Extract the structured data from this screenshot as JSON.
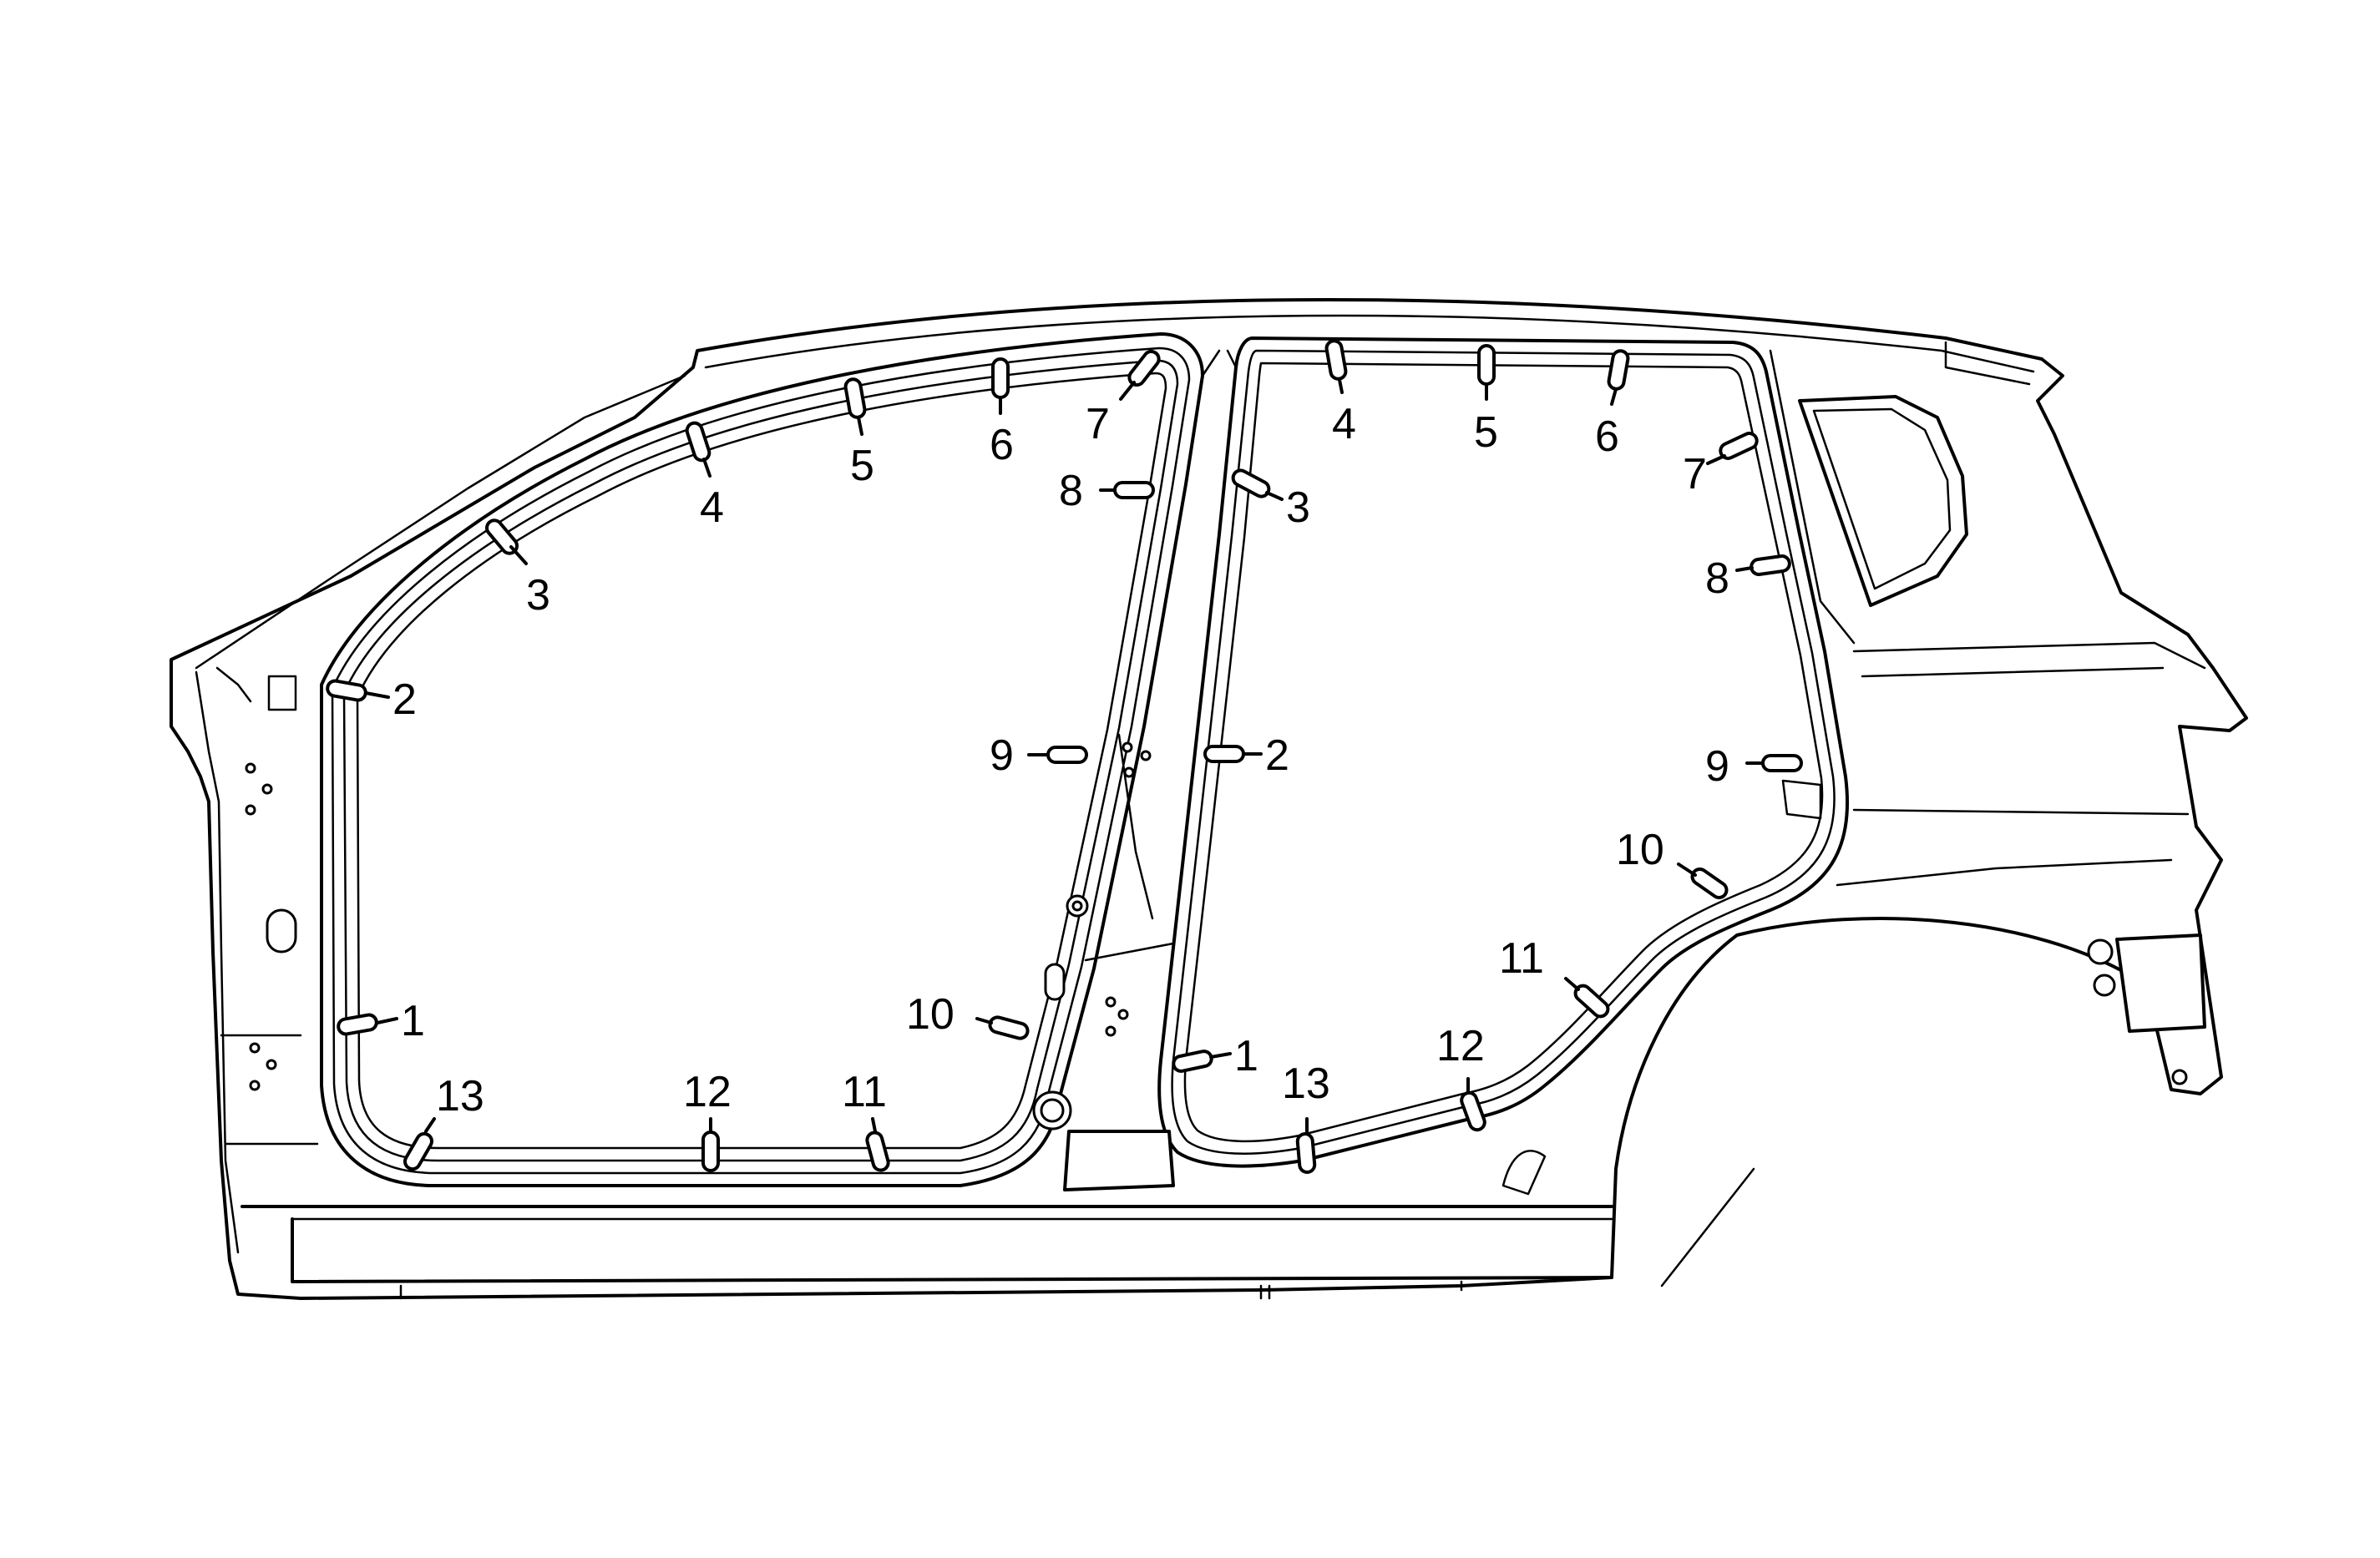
{
  "front_door_callouts": [
    {
      "id": "front-1",
      "label": "1"
    },
    {
      "id": "front-2",
      "label": "2"
    },
    {
      "id": "front-3",
      "label": "3"
    },
    {
      "id": "front-4",
      "label": "4"
    },
    {
      "id": "front-5",
      "label": "5"
    },
    {
      "id": "front-6",
      "label": "6"
    },
    {
      "id": "front-7",
      "label": "7"
    },
    {
      "id": "front-8",
      "label": "8"
    },
    {
      "id": "front-9",
      "label": "9"
    },
    {
      "id": "front-10",
      "label": "10"
    },
    {
      "id": "front-11",
      "label": "11"
    },
    {
      "id": "front-12",
      "label": "12"
    },
    {
      "id": "front-13",
      "label": "13"
    }
  ],
  "rear_door_callouts": [
    {
      "id": "rear-1",
      "label": "1"
    },
    {
      "id": "rear-2",
      "label": "2"
    },
    {
      "id": "rear-3",
      "label": "3"
    },
    {
      "id": "rear-4",
      "label": "4"
    },
    {
      "id": "rear-5",
      "label": "5"
    },
    {
      "id": "rear-6",
      "label": "6"
    },
    {
      "id": "rear-7",
      "label": "7"
    },
    {
      "id": "rear-8",
      "label": "8"
    },
    {
      "id": "rear-9",
      "label": "9"
    },
    {
      "id": "rear-10",
      "label": "10"
    },
    {
      "id": "rear-11",
      "label": "11"
    },
    {
      "id": "rear-12",
      "label": "12"
    },
    {
      "id": "rear-13",
      "label": "13"
    }
  ]
}
